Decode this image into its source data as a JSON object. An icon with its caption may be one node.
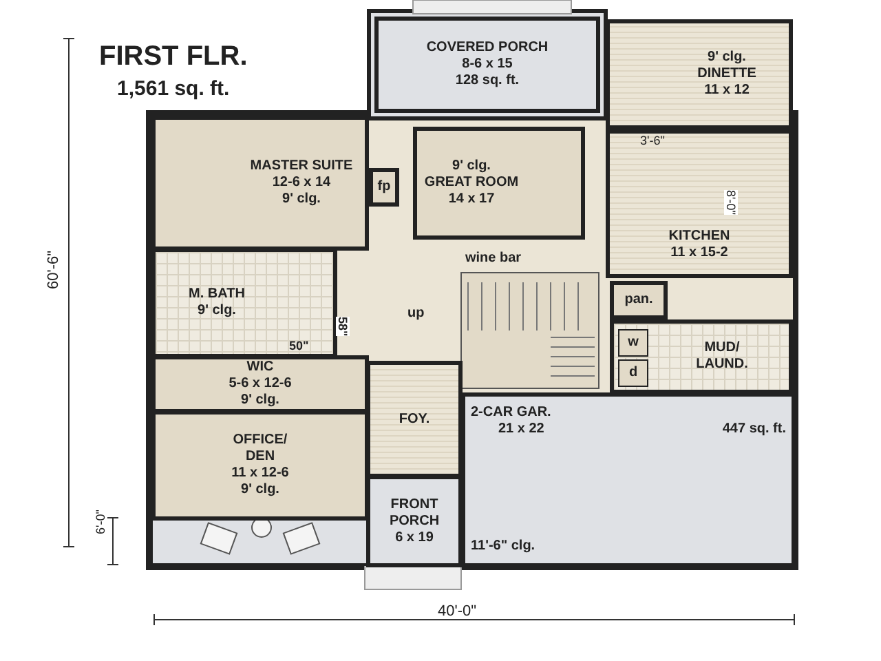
{
  "diagram": {
    "title": "FIRST FLR.",
    "nodes": [
      {
        "text": [
          "COVERED PORCH",
          "8-6 x 15",
          "128 sq. ft."
        ]
      },
      {
        "text": [
          "9' clg.",
          "DINETTE",
          "11 x 12"
        ]
      },
      {
        "text": [
          "MASTER SUITE",
          "12-6 x 14",
          "9' clg."
        ]
      },
      {
        "text": [
          "fp"
        ]
      },
      {
        "text": [
          "9' clg.",
          "GREAT ROOM",
          "14 x 17"
        ]
      },
      {
        "text": [
          "KITCHEN",
          "11 x 15-2"
        ]
      },
      {
        "text": [
          "M. BATH",
          "9' clg."
        ]
      },
      {
        "text": [
          "pan."
        ]
      },
      {
        "text": [
          "MUD/ LAUND."
        ]
      },
      {
        "text": [
          "w"
        ],
        "in": 8
      },
      {
        "text": [
          "d"
        ],
        "in": 8
      },
      {
        "text": [
          "WIC",
          "5-6 x 12-6",
          "9' clg."
        ]
      },
      {
        "text": [
          "FOY."
        ]
      },
      {
        "text": [
          "2-CAR GAR.",
          "21 x 22",
          "447 sq. ft.",
          "11'-6\" clg."
        ]
      },
      {
        "text": [
          "OFFICE/ DEN",
          "11 x 12-6",
          "9' clg."
        ]
      },
      {
        "text": [
          "FRONT PORCH",
          "6 x 19"
        ]
      }
    ],
    "labels": [
      "1,561 sq. ft.",
      "3'-6\"",
      "8'-0\"",
      "wine bar",
      "up",
      "58\"",
      "50\"",
      "60'-6\"",
      "6'-0\"",
      "40'-0\""
    ]
  }
}
